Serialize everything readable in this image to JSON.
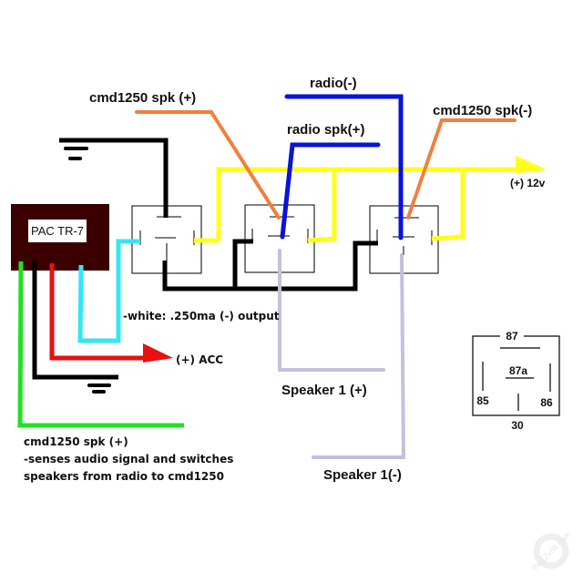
{
  "diagram": {
    "title": "PAC TR-7 relay speaker switching wiring",
    "module": {
      "label": "PAC TR-7",
      "body_color": "#3a0000"
    },
    "labels": {
      "cmd_spk_pos_top": "cmd1250 spk (+)",
      "radio_neg": "radio(-)",
      "radio_spk_pos": "radio spk(+)",
      "cmd_spk_neg": "cmd1250 spk(-)",
      "power_12v": "(+) 12v",
      "white_output": "-white: .250ma (-) output",
      "acc": "(+) ACC",
      "speaker_pos": "Speaker 1 (+)",
      "speaker_neg": "Speaker 1(-)"
    },
    "note": {
      "line1": "cmd1250 spk (+)",
      "line2": "-senses audio signal and switches",
      "line3": "speakers from radio to cmd1250"
    },
    "relay_legend": {
      "pin_87": "87",
      "pin_87a": "87a",
      "pin_85": "85",
      "pin_86": "86",
      "pin_30": "30"
    },
    "wire_colors": {
      "ground": "#000000",
      "power_12v": "#ffff1a",
      "trigger": "#33e6f5",
      "acc": "#e81010",
      "cmd_sense": "#22e022",
      "radio": "#0a14d6",
      "cmd1250": "#f08040",
      "speaker": "#c4c0e0"
    },
    "watermark": "the12volt.com"
  }
}
